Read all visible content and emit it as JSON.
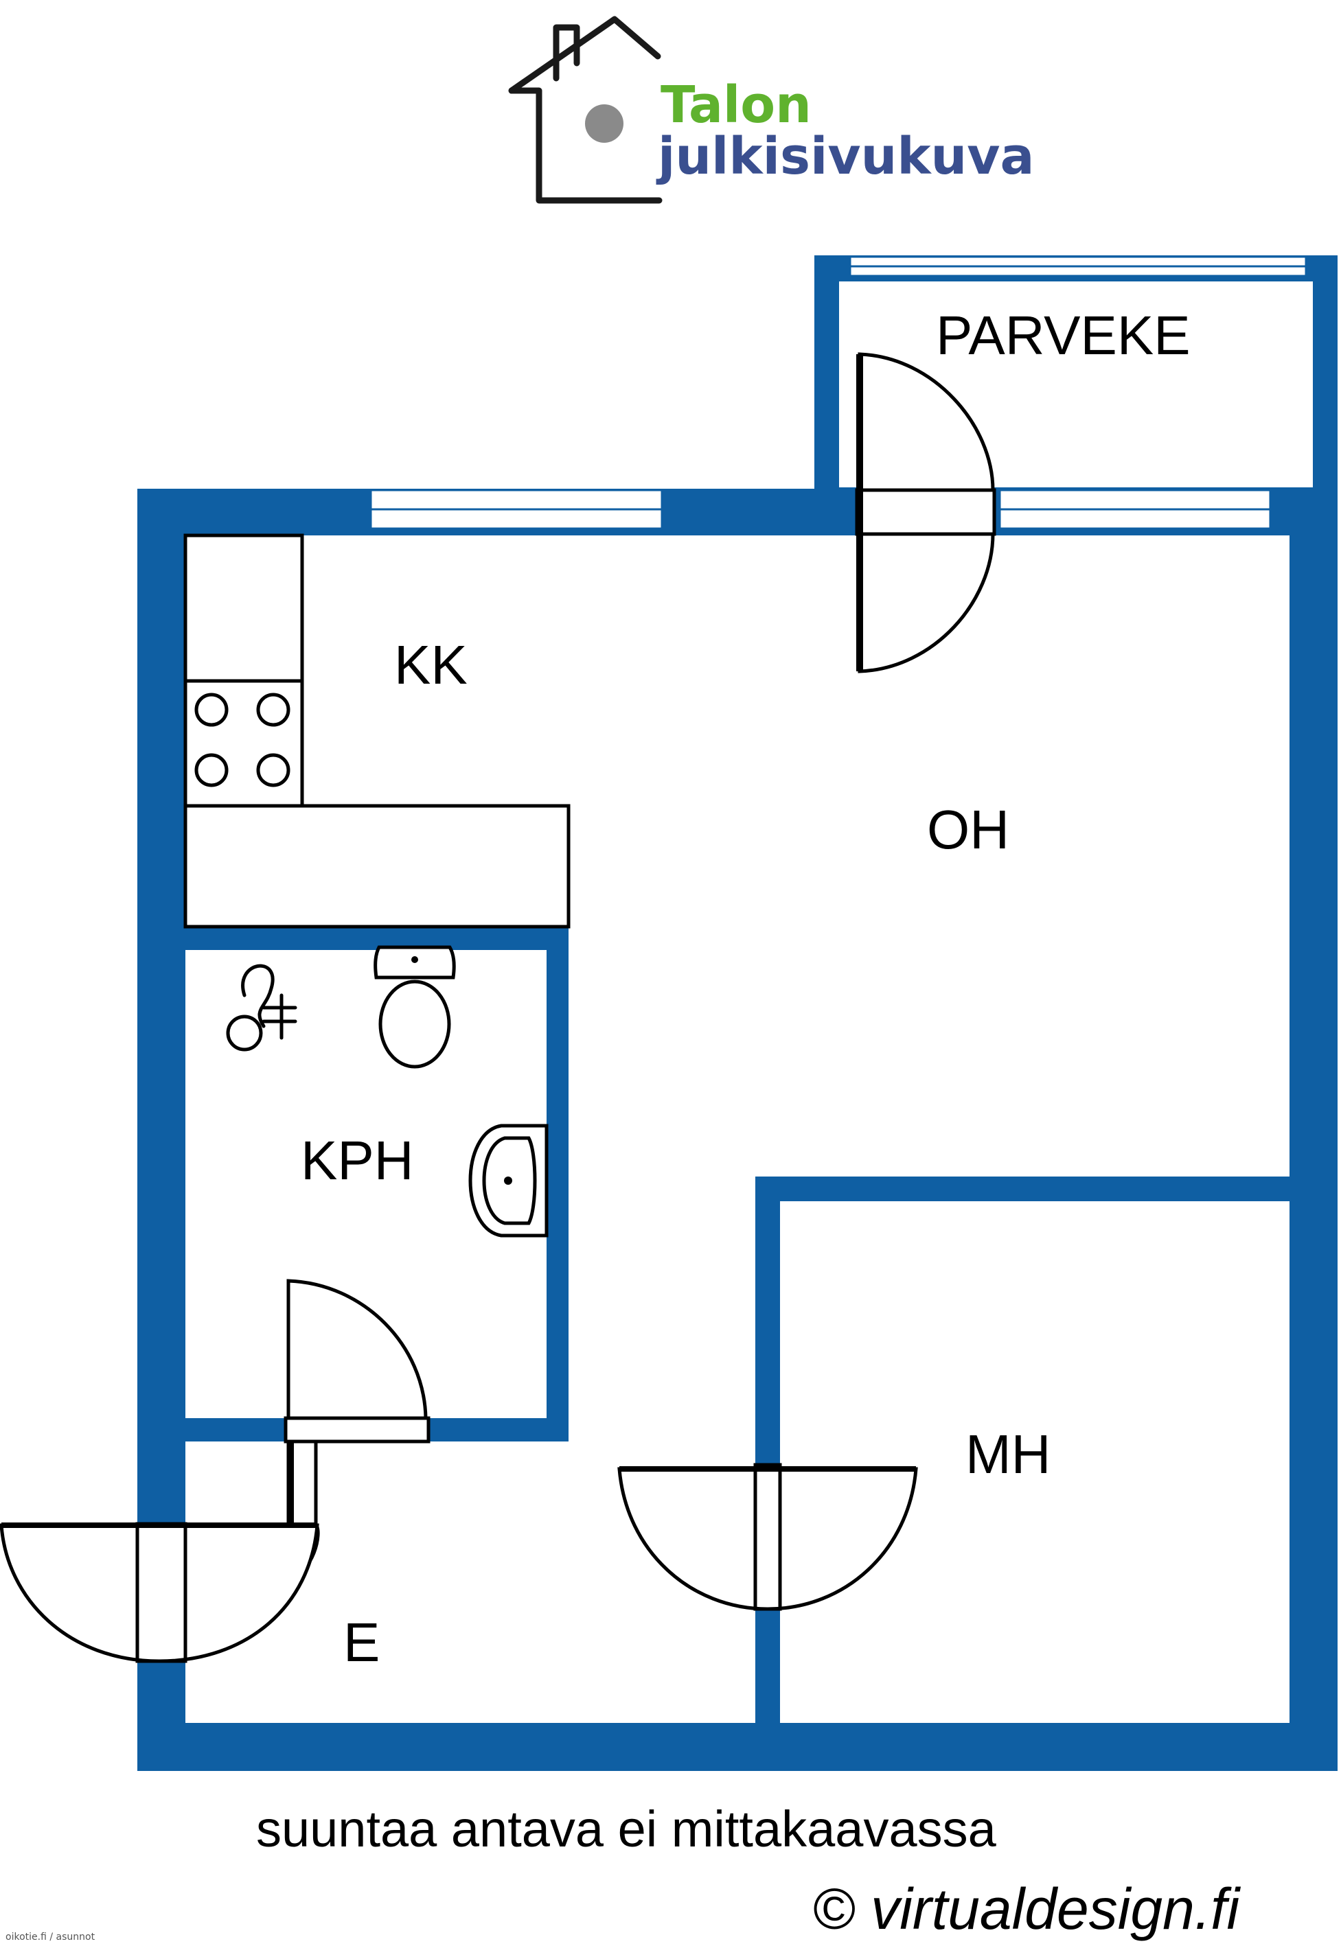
{
  "logo": {
    "line1": "Talon",
    "line2": "julkisivukuva",
    "icon": "house-outline-icon",
    "colors": {
      "line1": "#5fb22e",
      "line2": "#3a4f8f",
      "outline": "#1a1a1a"
    }
  },
  "rooms": {
    "balcony": "PARVEKE",
    "kitchen": "KK",
    "living": "OH",
    "bathroom": "KPH",
    "bedroom": "MH",
    "entrance": "E"
  },
  "caption": "suuntaa antava ei mittakaavassa",
  "credit": "© virtualdesign.fi",
  "watermark": "oikotie.fi / asunnot",
  "colors": {
    "wall": "#0f5fa3",
    "fixture_line": "#000000",
    "background": "#ffffff"
  }
}
